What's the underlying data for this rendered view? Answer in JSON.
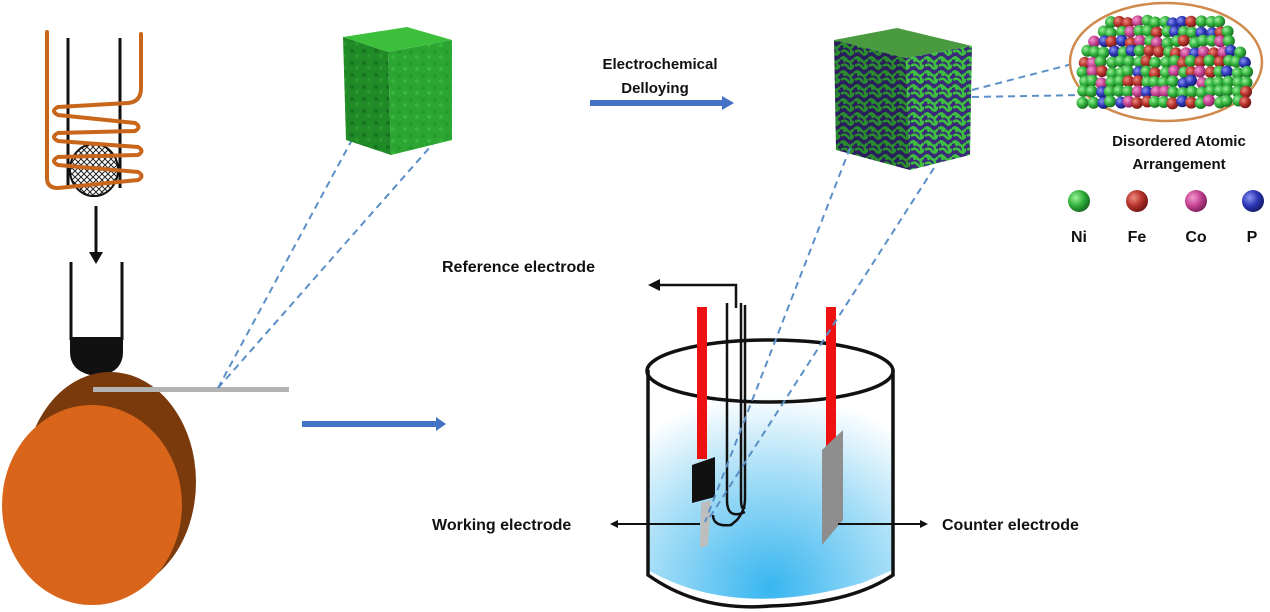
{
  "title": "Schematic of melt-spun ribbon preparation and electrochemical dealloying",
  "process": {
    "step_label_line1": "Electrochemical",
    "step_label_line2": "Delloying"
  },
  "atomic_view": {
    "caption_line1": "Disordered Atomic",
    "caption_line2": "Arrangement"
  },
  "legend": [
    {
      "symbol": "Ni",
      "color": "#2fae3a"
    },
    {
      "symbol": "Fe",
      "color": "#b3312a"
    },
    {
      "symbol": "Co",
      "color": "#c2418f"
    },
    {
      "symbol": "P",
      "color": "#2b35b5"
    }
  ],
  "cell_labels": {
    "reference": "Reference electrode",
    "working": "Working electrode",
    "counter": "Counter electrode"
  },
  "colors": {
    "copper": "#d8651a",
    "copper_dark": "#7a3a0c",
    "arrow_blue": "#4472c4",
    "dash_blue": "#5b8fc7",
    "electrolyte": "#4fc0ef",
    "electrode_lead": "#ee1111",
    "cube_green": "#2da532",
    "cube_purple": "#3b2a7a"
  }
}
